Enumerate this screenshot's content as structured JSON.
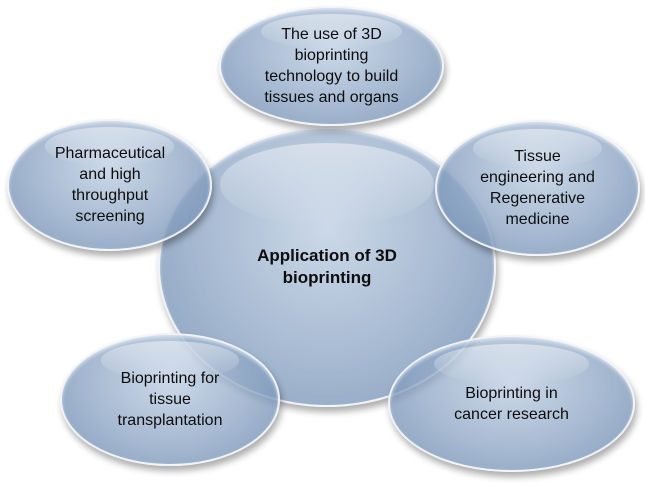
{
  "diagram": {
    "center": "Application of 3D\nbioprinting",
    "top": "The use of 3D\nbioprinting\ntechnology to build\ntissues and organs",
    "left": "Pharmaceutical\nand high\nthroughput\nscreening",
    "right": "Tissue\nengineering and\nRegenerative\nmedicine",
    "bottom_left": "Bioprinting for\ntissue\ntransplantation",
    "bottom_right": "Bioprinting in\ncancer research"
  },
  "colors": {
    "bubble_fill": "#8ca5c4",
    "bubble_edge": "#ffffff",
    "text": "#0d0d0d"
  }
}
